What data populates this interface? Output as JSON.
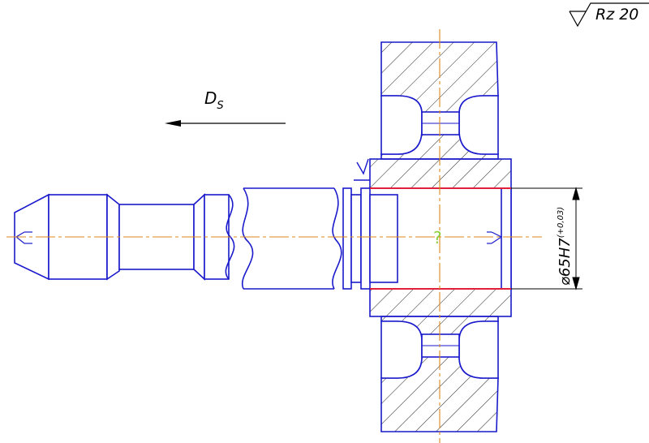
{
  "roughness": {
    "value": "Rz 20"
  },
  "feed": {
    "label_main": "D",
    "label_sub": "S"
  },
  "dimension": {
    "diameter_symbol": "⌀",
    "nominal": "65H7",
    "tolerance": "(+0,03)"
  },
  "unknown_marker": "?",
  "colors": {
    "outline": "#1a1acc",
    "centerline": "#d98a1a",
    "bore_edge": "#e0203a",
    "hatch": "#222222",
    "question": "#8ccf3a",
    "text": "#000000"
  }
}
